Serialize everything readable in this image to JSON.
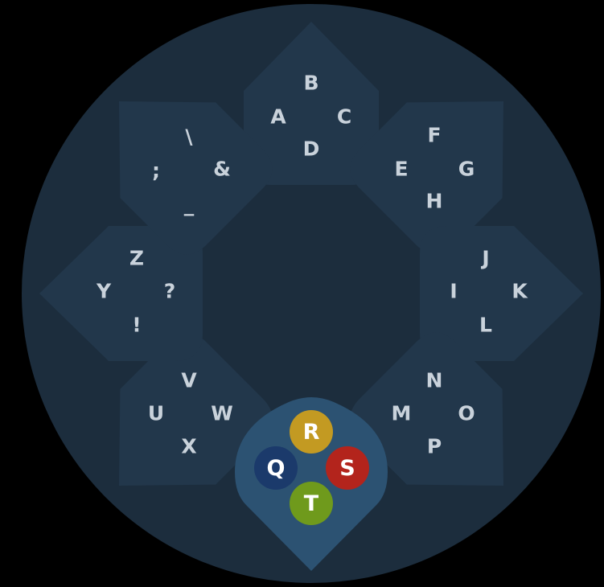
{
  "colors": {
    "background": "#000000",
    "dial": "#1c2d3d",
    "petal": "#22374b",
    "active_petal": "#2c5272",
    "btn_q": "#1b3a6b",
    "btn_r": "#c39a22",
    "btn_s": "#b3241c",
    "btn_t": "#6f9a1c",
    "label": "#c9d2db"
  },
  "petals": [
    {
      "name": "petal-top",
      "keys": [
        "B",
        "A",
        "C",
        "D"
      ]
    },
    {
      "name": "petal-top-right",
      "keys": [
        "F",
        "E",
        "G",
        "H"
      ]
    },
    {
      "name": "petal-right",
      "keys": [
        "J",
        "I",
        "K",
        "L"
      ]
    },
    {
      "name": "petal-bottom-right",
      "keys": [
        "N",
        "M",
        "O",
        "P"
      ]
    },
    {
      "name": "petal-bottom-active",
      "keys": [
        "R",
        "Q",
        "S",
        "T"
      ]
    },
    {
      "name": "petal-bottom-left",
      "keys": [
        "V",
        "U",
        "W",
        "X"
      ]
    },
    {
      "name": "petal-left",
      "keys": [
        "Z",
        "Y",
        "?",
        "!"
      ]
    },
    {
      "name": "petal-top-left",
      "keys": [
        "\\",
        ";",
        "&",
        "_"
      ]
    }
  ],
  "active_buttons": {
    "r": "R",
    "q": "Q",
    "s": "S",
    "t": "T"
  }
}
